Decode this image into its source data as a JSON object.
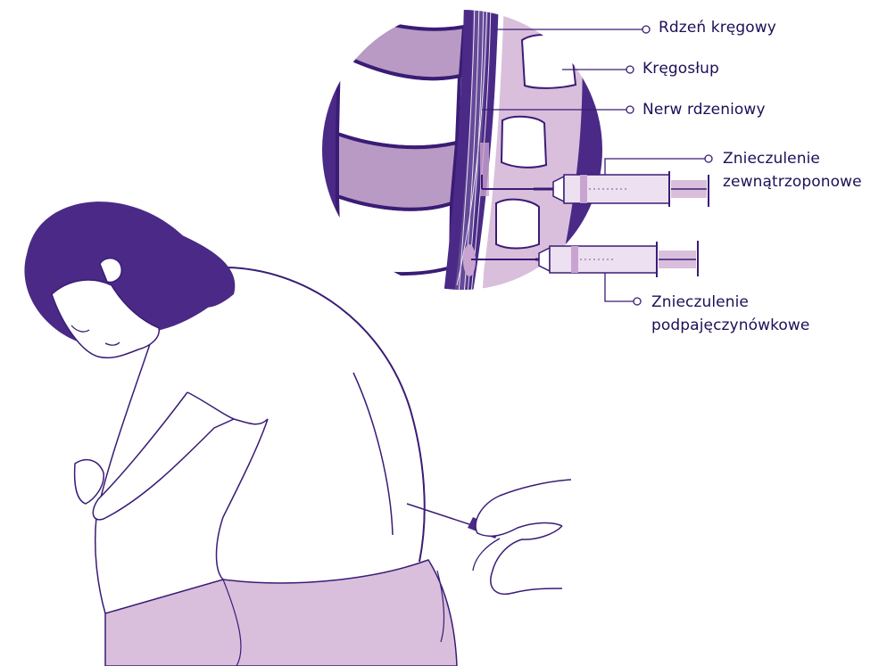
{
  "colors": {
    "ink": "#3a1c75",
    "deep": "#4a2a86",
    "light": "#d9bfdc",
    "mid": "#b89ac4",
    "text": "#1f0f57"
  },
  "labels": {
    "spinal_cord": "Rdzeń kręgowy",
    "spine": "Kręgosłup",
    "spinal_nerve": "Nerw rdzeniowy",
    "epidural": [
      "Znieczulenie",
      "zewnątrzoponowe"
    ],
    "spinal": [
      "Znieczulenie",
      "podpajęczynówkowe"
    ]
  }
}
